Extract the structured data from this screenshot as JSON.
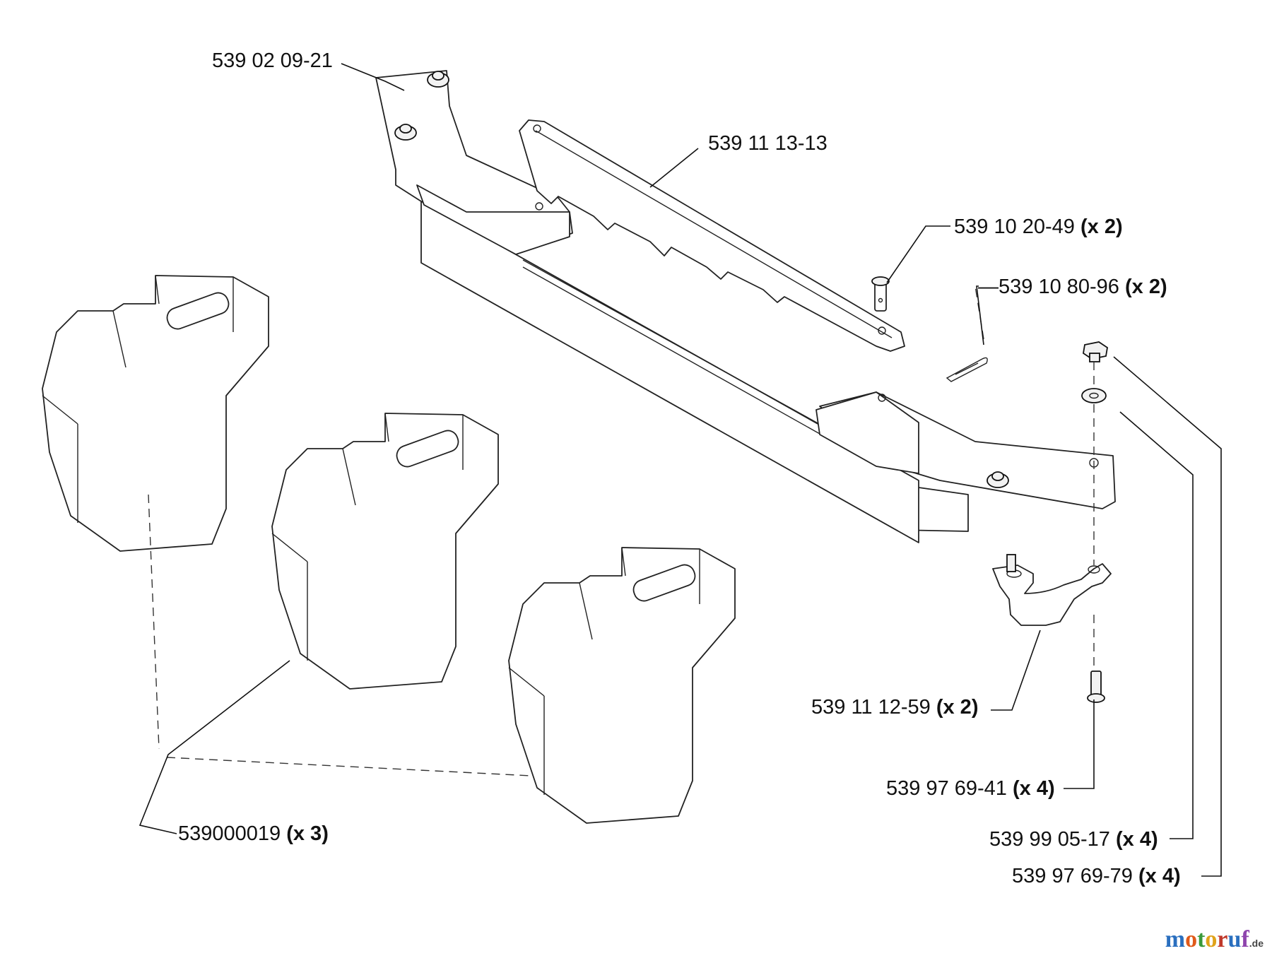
{
  "labels": [
    {
      "part": "539 02 09-21",
      "qty": ""
    },
    {
      "part": "539 11 13-13",
      "qty": ""
    },
    {
      "part": "539 10 20-49",
      "qty": "(x 2)"
    },
    {
      "part": "539 10 80-96",
      "qty": "(x 2)"
    },
    {
      "part": "539 11 12-59",
      "qty": "(x 2)"
    },
    {
      "part": "539 97 69-41",
      "qty": "(x 4)"
    },
    {
      "part": "539 99 05-17",
      "qty": "(x 4)"
    },
    {
      "part": "539 97 69-79",
      "qty": "(x 4)"
    },
    {
      "part": "539000019",
      "qty": "(x 3)"
    }
  ],
  "brand": {
    "letters": [
      "m",
      "o",
      "t",
      "o",
      "r",
      "u",
      "f"
    ],
    "colors": [
      "#2a6fbf",
      "#e05a1a",
      "#3a9a3a",
      "#e0a31a",
      "#c0392b",
      "#2a6fbf",
      "#8e44ad"
    ],
    "suffix": ".de"
  }
}
